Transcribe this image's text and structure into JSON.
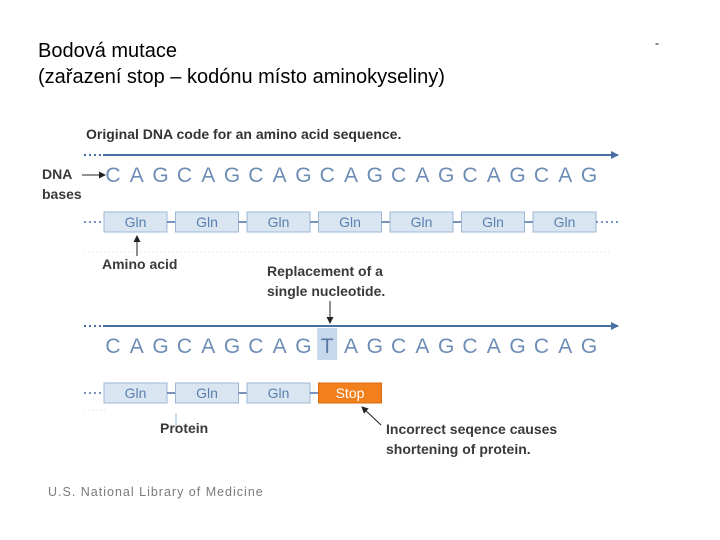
{
  "slide": {
    "title_line1": "Bodová mutace",
    "title_line2": "(zařazení stop – kodónu místo aminokyseliny)",
    "corner_mark": "-"
  },
  "figure": {
    "heading": "Original DNA code for an amino acid sequence.",
    "dna_label_line1": "DNA",
    "dna_label_line2": "bases",
    "amino_acid_label": "Amino acid",
    "replacement_line1": "Replacement of a",
    "replacement_line2": "single nucleotide.",
    "protein_label": "Protein",
    "incorrect_line1": "Incorrect seqence causes",
    "incorrect_line2": "shortening of protein.",
    "credit": "U.S. National Library of Medicine",
    "original_bases": [
      "C",
      "A",
      "G",
      "C",
      "A",
      "G",
      "C",
      "A",
      "G",
      "C",
      "A",
      "G",
      "C",
      "A",
      "G",
      "C",
      "A",
      "G",
      "C",
      "A",
      "G"
    ],
    "original_codons": [
      "Gln",
      "Gln",
      "Gln",
      "Gln",
      "Gln",
      "Gln",
      "Gln"
    ],
    "mutant_bases": [
      "C",
      "A",
      "G",
      "C",
      "A",
      "G",
      "C",
      "A",
      "G",
      "T",
      "A",
      "G",
      "C",
      "A",
      "G",
      "C",
      "A",
      "G",
      "C",
      "A",
      "G"
    ],
    "mutated_base_index": 9,
    "mutant_codons": [
      "Gln",
      "Gln",
      "Gln",
      "Stop"
    ],
    "colors": {
      "base_text": "#6d8db6",
      "codon_fill": "#d9e6f2",
      "codon_text": "#5b7fae",
      "stop_fill": "#f07f1c",
      "stop_text": "#ffffff",
      "line": "#4a6fa5",
      "highlight": "#c6d8ec"
    }
  }
}
